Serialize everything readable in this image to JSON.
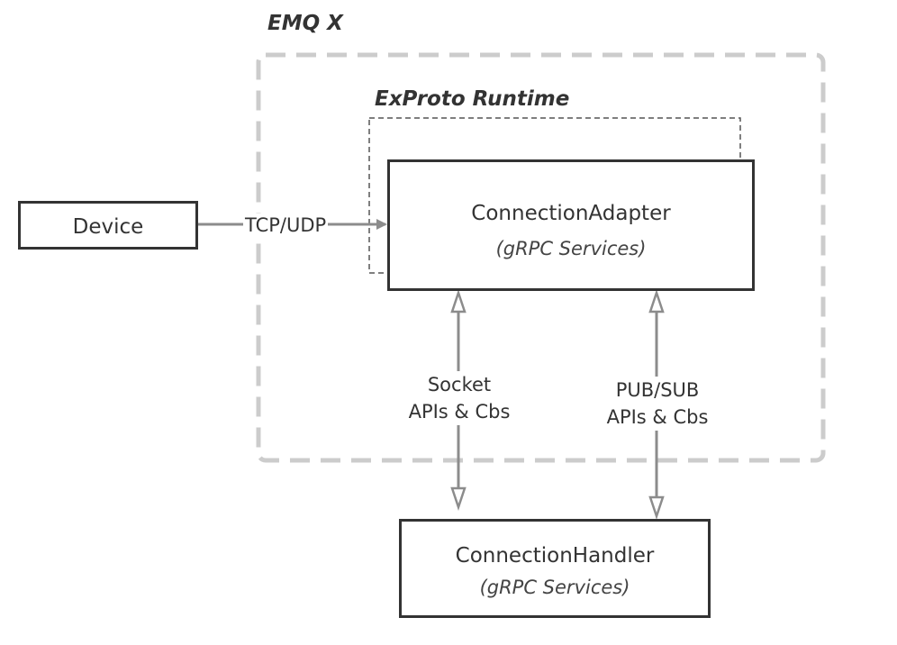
{
  "groups": {
    "outer": {
      "title": "EMQ X"
    },
    "inner": {
      "title": "ExProto Runtime"
    }
  },
  "nodes": {
    "device": {
      "label": "Device"
    },
    "adapter": {
      "label": "ConnectionAdapter",
      "subtitle": "(gRPC Services)"
    },
    "handler": {
      "label": "ConnectionHandler",
      "subtitle": "(gRPC Services)"
    }
  },
  "edges": {
    "device_to_adapter": {
      "label": "TCP/UDP"
    },
    "socket": {
      "line1": "Socket",
      "line2": "APIs & Cbs"
    },
    "pubsub": {
      "line1": "PUB/SUB",
      "line2": "APIs & Cbs"
    }
  },
  "colors": {
    "outer_border": "#cccccc",
    "inner_border": "#555555",
    "box_border": "#333333",
    "arrow": "#8c8c8c",
    "text": "#333333"
  }
}
